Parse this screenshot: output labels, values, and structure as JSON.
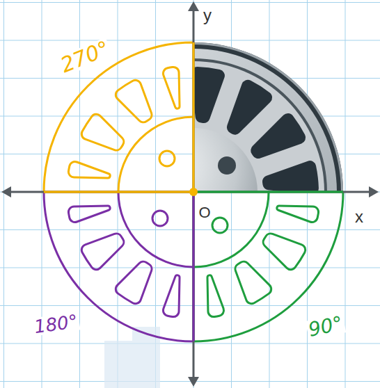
{
  "diagram": {
    "labels": [
      "y",
      "x",
      "O",
      "270°",
      "180°",
      "90°"
    ]
  }
}
